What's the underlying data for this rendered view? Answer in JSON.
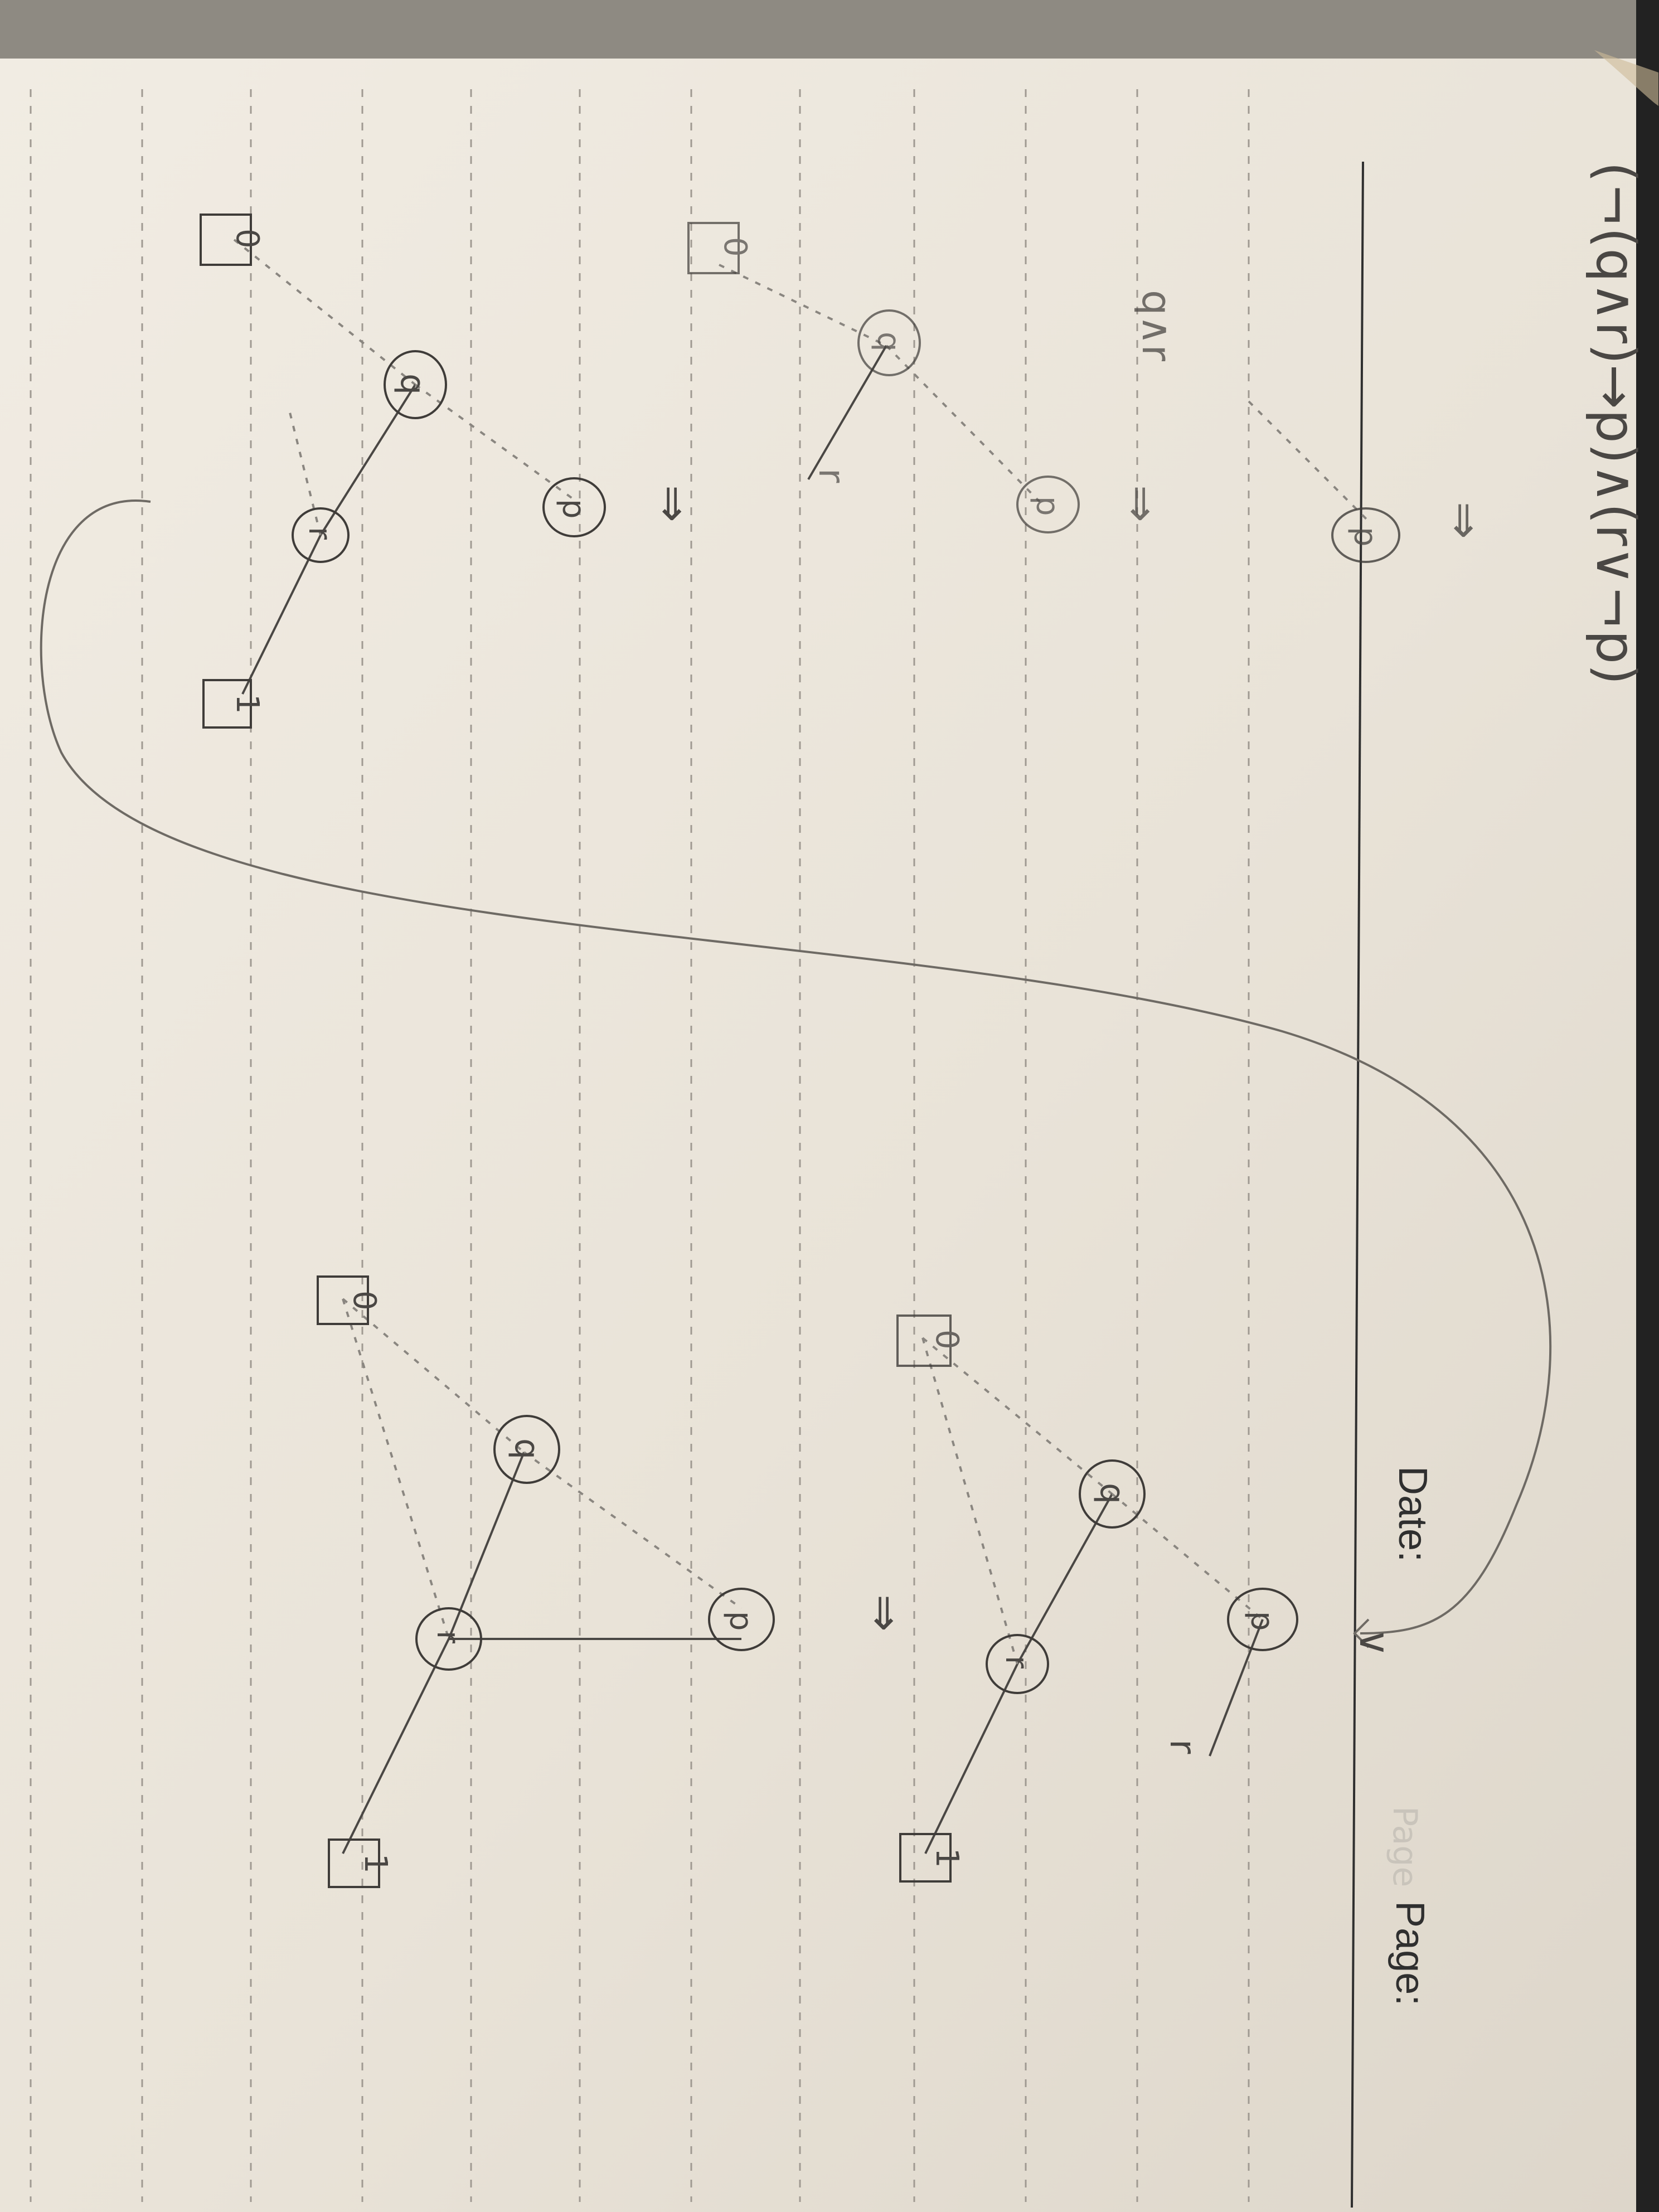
{
  "page": {
    "header": {
      "date_label": "Date:",
      "page_label": "Page:",
      "faint_print": "Page"
    }
  },
  "colors": {
    "paper": "#ece7de",
    "ink": "#4a4744",
    "print": "#2f2f2f",
    "rule": "#9a968f"
  },
  "formula": "(¬(q∧r)→p)∧(r∨¬p)",
  "upper": {
    "nodes": [
      {
        "id": "top-false-box",
        "label": "0",
        "shape": "box"
      },
      {
        "id": "top-q",
        "label": "q",
        "shape": "circle"
      },
      {
        "id": "top-r",
        "label": "r",
        "shape": "circle"
      },
      {
        "id": "top-true-box",
        "label": "1",
        "shape": "box"
      },
      {
        "id": "top-p",
        "label": "p",
        "shape": "circle"
      },
      {
        "id": "right-false-box",
        "label": "0",
        "shape": "box"
      },
      {
        "id": "right-q",
        "label": "q",
        "shape": "circle"
      },
      {
        "id": "right-p",
        "label": "p",
        "shape": "circle"
      },
      {
        "id": "lone-p",
        "label": "p",
        "shape": "circle"
      }
    ],
    "notes": {
      "conj": "q∧r",
      "r": "r",
      "implies_a": "⇒",
      "implies_b": "⇒",
      "implies_c": "⇒"
    }
  },
  "lower": {
    "nodes": [
      {
        "id": "bl-false-box",
        "label": "0",
        "shape": "box"
      },
      {
        "id": "bl-q",
        "label": "q",
        "shape": "circle"
      },
      {
        "id": "bl-r",
        "label": "r",
        "shape": "circle"
      },
      {
        "id": "bl-p",
        "label": "p",
        "shape": "circle"
      },
      {
        "id": "bl-true-box",
        "label": "1",
        "shape": "box"
      },
      {
        "id": "br-false-box",
        "label": "0",
        "shape": "box"
      },
      {
        "id": "br-q",
        "label": "q",
        "shape": "circle"
      },
      {
        "id": "br-p",
        "label": "p",
        "shape": "circle"
      },
      {
        "id": "br-r",
        "label": "r",
        "shape": "circle"
      },
      {
        "id": "br-true-box",
        "label": "1",
        "shape": "box"
      }
    ],
    "notes": {
      "or": "∨",
      "r": "r",
      "implies": "⇒"
    }
  }
}
